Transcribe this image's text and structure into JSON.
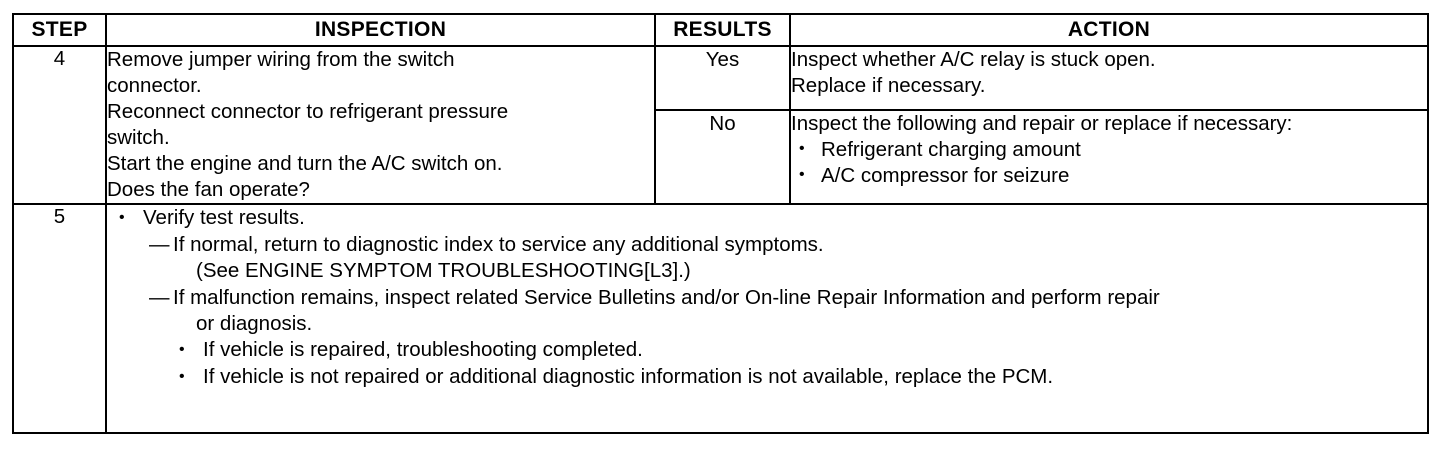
{
  "document": {
    "type": "troubleshooting-table",
    "glyphs": {
      "bullet": "•",
      "dash": "—"
    }
  },
  "table": {
    "headers": {
      "step": "STEP",
      "inspection": "INSPECTION",
      "results": "RESULTS",
      "action": "ACTION"
    },
    "rows": [
      {
        "step": "4",
        "inspection_lines": [
          "Remove jumper wiring from the switch",
          "connector.",
          "Reconnect connector to refrigerant pressure",
          "switch.",
          "Start the engine and turn the A/C switch on.",
          "Does the fan operate?"
        ],
        "outcomes": [
          {
            "result": "Yes",
            "action_lines": [
              "Inspect whether A/C relay is stuck open.",
              "Replace if necessary."
            ],
            "action_bullets": []
          },
          {
            "result": "No",
            "action_lines": [
              "Inspect the following and repair or replace if necessary:"
            ],
            "action_bullets": [
              "Refrigerant charging amount",
              "A/C compressor for seizure"
            ]
          }
        ]
      },
      {
        "step": "5",
        "content": {
          "lvl1_bullet": "Verify test results.",
          "dash_items": [
            {
              "text": "If normal, return to diagnostic index to service any additional symptoms.",
              "continuation": "(See ENGINE SYMPTOM TROUBLESHOOTING[L3].)"
            },
            {
              "text": "If malfunction remains, inspect related Service Bulletins and/or On-line Repair Information and perform repair",
              "continuation": "or diagnosis."
            }
          ],
          "lvl3_bullets": [
            "If vehicle is repaired, troubleshooting completed.",
            "If vehicle is not repaired or additional diagnostic information is not available, replace the PCM."
          ]
        }
      }
    ]
  }
}
